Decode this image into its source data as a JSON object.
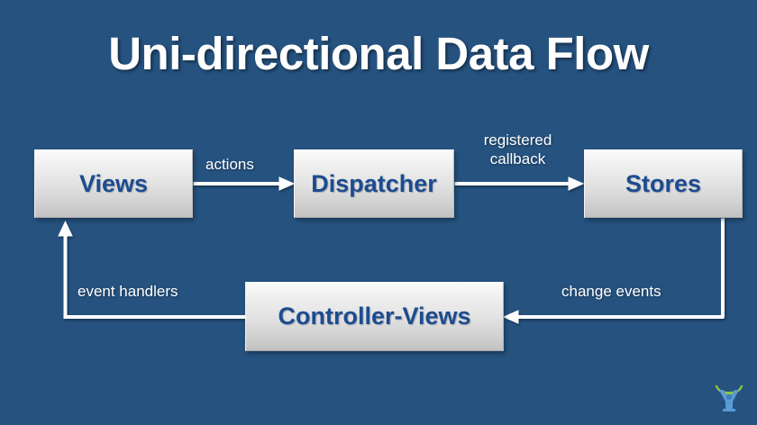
{
  "slide": {
    "title": "Uni-directional Data Flow",
    "background_color": "#25527f",
    "title_color": "#ffffff"
  },
  "diagram": {
    "type": "flow-diagram",
    "node_fill_top": "#fbfbfb",
    "node_fill_bottom": "#c2c2c2",
    "node_text_color": "#1d4c8e",
    "edge_color": "#ffffff",
    "nodes": [
      {
        "id": "views",
        "label": "Views"
      },
      {
        "id": "dispatcher",
        "label": "Dispatcher"
      },
      {
        "id": "stores",
        "label": "Stores"
      },
      {
        "id": "controller",
        "label": "Controller-Views"
      }
    ],
    "edges": [
      {
        "id": "views-dispatcher",
        "from": "views",
        "to": "dispatcher",
        "label": "actions"
      },
      {
        "id": "dispatcher-stores",
        "from": "dispatcher",
        "to": "stores",
        "label_line1": "registered",
        "label_line2": "callback"
      },
      {
        "id": "stores-controller",
        "from": "stores",
        "to": "controller",
        "label": "change events"
      },
      {
        "id": "controller-views",
        "from": "controller",
        "to": "views",
        "label": "event handlers"
      }
    ]
  },
  "logo": {
    "name": "company-logo",
    "arc_color": "#8cc63f",
    "figure_color": "#5b9bd5"
  }
}
